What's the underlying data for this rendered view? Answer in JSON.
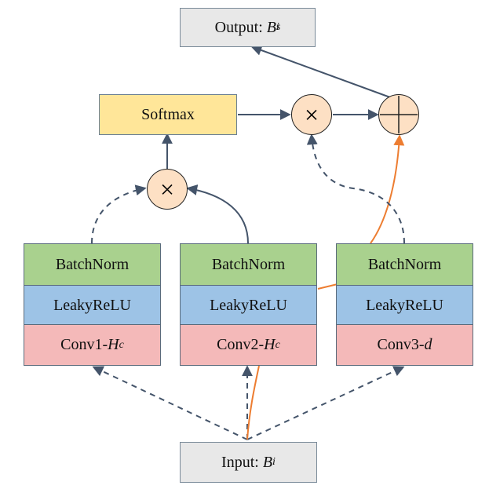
{
  "output": {
    "prefix": "Output: ",
    "var": "B",
    "sub": "i",
    "sup": "s"
  },
  "input": {
    "prefix": "Input: ",
    "var": "B",
    "sub": "i"
  },
  "softmax": {
    "label": "Softmax"
  },
  "branches": [
    {
      "batchnorm": "BatchNorm",
      "relu": "LeakyReLU",
      "conv_prefix": "Conv1-",
      "conv_var": "H",
      "conv_sub": "c"
    },
    {
      "batchnorm": "BatchNorm",
      "relu": "LeakyReLU",
      "conv_prefix": "Conv2-",
      "conv_var": "H",
      "conv_sub": "c"
    },
    {
      "batchnorm": "BatchNorm",
      "relu": "LeakyReLU",
      "conv_prefix": "Conv3-",
      "conv_var": "d",
      "conv_sub": ""
    }
  ],
  "operators": {
    "multiply": "×",
    "add": "⊕"
  },
  "colors": {
    "arrow": "#44546a",
    "orange_path": "#ed7d31",
    "batchnorm": "#a9d18e",
    "leakyrelu": "#9dc3e6",
    "conv": "#f4b9b9",
    "softmax": "#ffe699",
    "operator": "#fde0c4",
    "io_box": "#e8e8e8"
  }
}
